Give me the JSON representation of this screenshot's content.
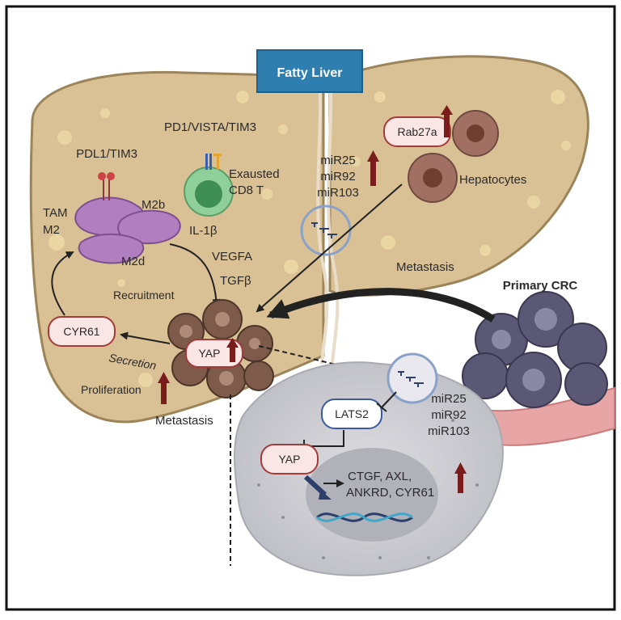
{
  "title": "Fatty Liver",
  "labels": {
    "pd1_vista_tim3": "PD1/VISTA/TIM3",
    "pdl1_tim3": "PDL1/TIM3",
    "exhausted_line1": "Exausted",
    "exhausted_line2": "CD8 T",
    "tam": "TAM",
    "m2": "M2",
    "m2b": "M2b",
    "m2d": "M2d",
    "il1b": "IL-1β",
    "vegfa": "VEGFA",
    "tgfb": "TGFβ",
    "recruitment": "Recruitment",
    "cyr61_box": "CYR61",
    "secretion": "Secretion",
    "proliferation": "Proliferation",
    "metastasis_left": "Metastasis",
    "yap_tumor": "YAP",
    "mirna_liver": [
      "miR25",
      "miR92",
      "miR103"
    ],
    "rab27a": "Rab27a",
    "hepatocytes": "Hepatocytes",
    "metastasis_right": "Metastasis",
    "primary_crc": "Primary CRC",
    "lats2": "LATS2",
    "yap_cell": "YAP",
    "mirna_cell": [
      "miR25",
      "miR92",
      "miR103"
    ],
    "targets_line1": "CTGF, AXL,",
    "targets_line2": "ANKRD, CYR61"
  },
  "colors": {
    "liver_fill": "#d9c195",
    "liver_stroke": "#9c845a",
    "title_bg": "#2e7fb0",
    "up_arrow": "#7a1c1c",
    "box_fill": "#fbe6e6",
    "box_stroke": "#a33b3b",
    "cell_fill": "#cfcfd4",
    "macrophage": "#b17fc0",
    "tcell": "#8fcf9a",
    "tumor_brown": "#7d5a4a",
    "crc_purple": "#5b5875"
  }
}
